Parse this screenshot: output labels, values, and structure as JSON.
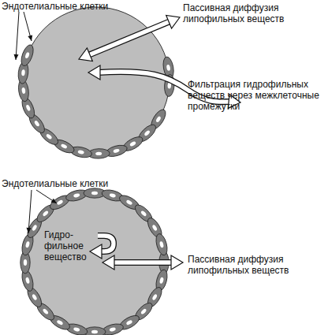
{
  "diagram": {
    "nodes": [
      {
        "text": [
          "Гидро- фильное вещество"
        ]
      }
    ],
    "labels": [
      "Эндотелиальные клетки",
      "Пассивная диффузия липофильных веществ",
      "Фильтрация гидрофильных веществ через межклеточные промежутки",
      "Эндотелиальные клетки",
      "Пассивная диффузия липофильных веществ"
    ]
  }
}
